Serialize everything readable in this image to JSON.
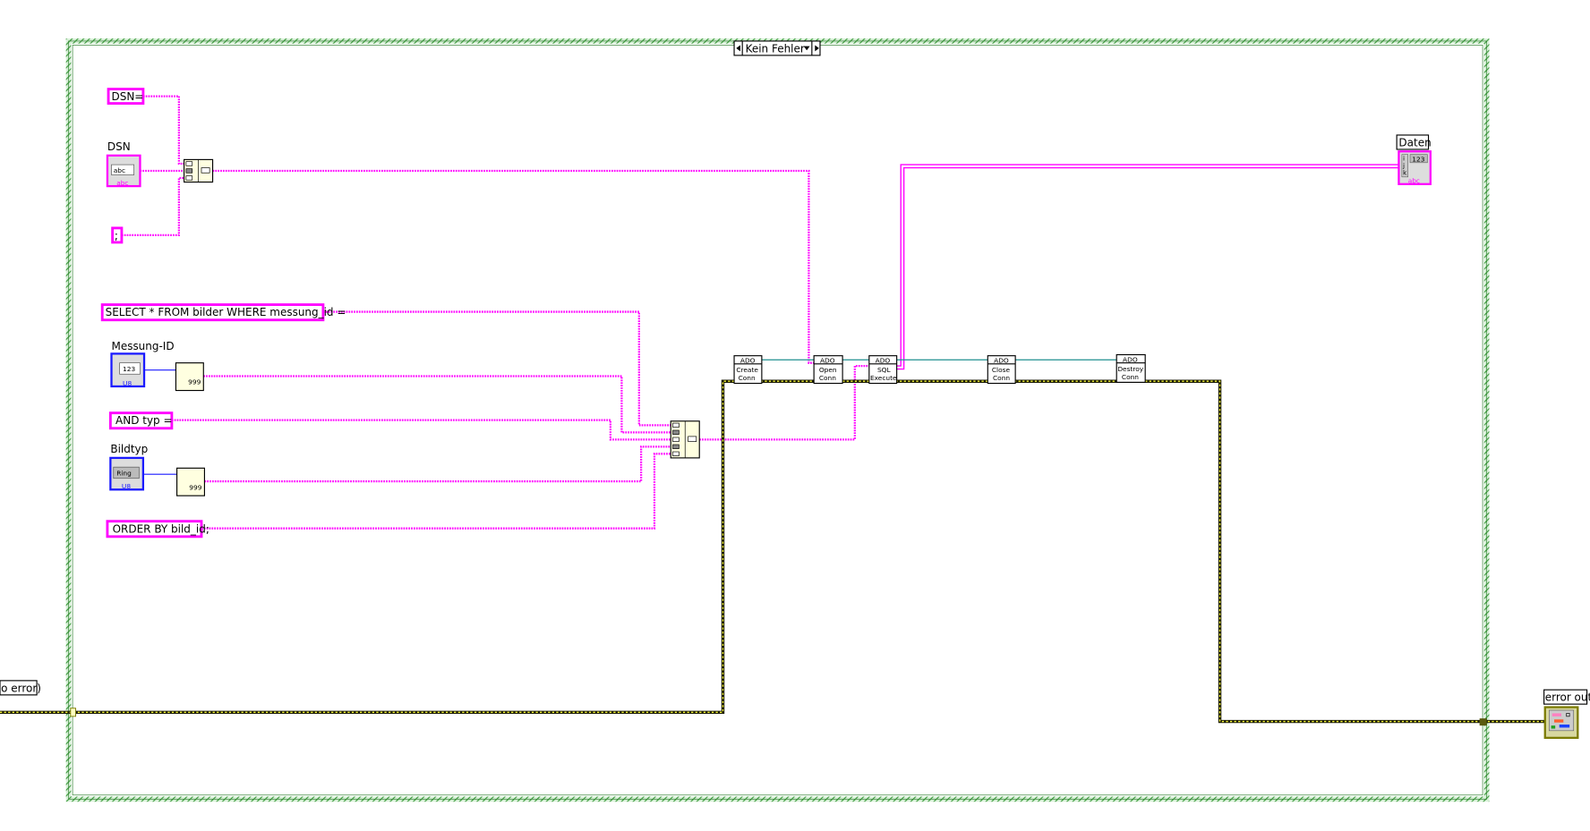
{
  "case_structure": {
    "selector_value": "Kein Fehler"
  },
  "constants": {
    "dsn_prefix": "DSN=",
    "semicolon": ";",
    "select": "SELECT * FROM bilder WHERE messung_id =",
    "and_typ": "AND typ =",
    "order_by": "ORDER BY bild_id;"
  },
  "controls": {
    "dsn": {
      "label": "DSN",
      "glyph": "abc",
      "type_tag": "abc"
    },
    "messung_id": {
      "label": "Messung-ID",
      "glyph": "123",
      "type_tag": "U8"
    },
    "bildtyp": {
      "label": "Bildtyp",
      "glyph": "Ring",
      "type_tag": "U8"
    },
    "error_in": {
      "label": "o error)"
    }
  },
  "indicators": {
    "daten": {
      "label": "Daten",
      "glyph": "123",
      "index_labels": [
        "i",
        "j",
        "k"
      ],
      "type_tag": "abc"
    },
    "error_out": {
      "label": "error out"
    }
  },
  "ado_nodes": [
    {
      "header": "ADO",
      "line1": "Create",
      "line2": "Conn"
    },
    {
      "header": "ADO",
      "line1": "Open",
      "line2": "Conn"
    },
    {
      "header": "ADO",
      "line1": "SQL",
      "line2": "Execute"
    },
    {
      "header": "ADO",
      "line1": "Close",
      "line2": "Conn"
    },
    {
      "header": "ADO",
      "line1": "Destroy",
      "line2": "Conn"
    }
  ],
  "conversion_nodes": {
    "glyph": "999"
  },
  "colors": {
    "string_wire": "#ff00ff",
    "refnum_wire": "#1f8f8f",
    "error_wire": "#ffff40",
    "case_border": "#7ac77a"
  }
}
